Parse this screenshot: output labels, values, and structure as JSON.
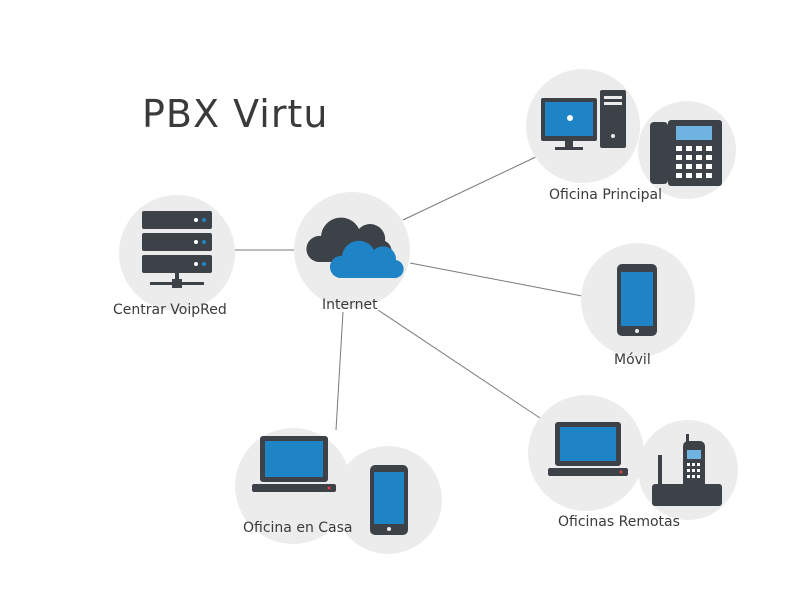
{
  "title": "PBX Virtu",
  "colors": {
    "circle": "#ececec",
    "device": "#3d4248",
    "screen": "#1f84c6",
    "line": "#7a7a7a",
    "cloud_dark": "#3d4248",
    "cloud_blue": "#1f84c6"
  },
  "nodes": {
    "server": {
      "label": "Centrar VoipRed",
      "icon": "server-rack-icon"
    },
    "internet": {
      "label": "Internet",
      "icon": "cloud-icon"
    },
    "main_office": {
      "label": "Oficina Principal",
      "icons": [
        "desktop-computer-icon",
        "desk-phone-icon"
      ]
    },
    "mobile": {
      "label": "Móvil",
      "icon": "smartphone-icon"
    },
    "home_office": {
      "label": "Oficina en Casa",
      "icons": [
        "laptop-icon",
        "smartphone-icon"
      ]
    },
    "remote_offices": {
      "label": "Oficinas Remotas",
      "icons": [
        "laptop-icon",
        "cordless-phone-icon"
      ]
    }
  }
}
